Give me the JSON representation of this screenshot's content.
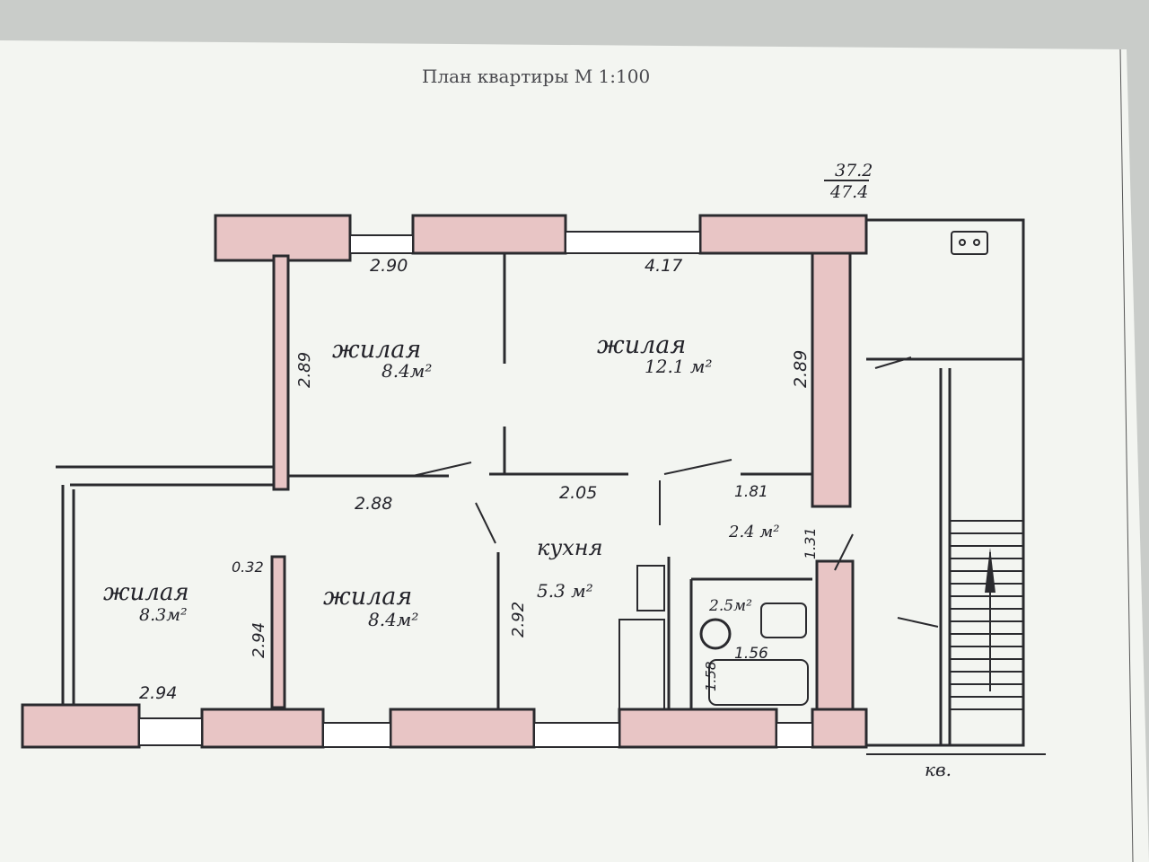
{
  "title": "План квартиры   М     1:100",
  "area_total": {
    "living": "37.2",
    "total": "47.4"
  },
  "rooms": [
    {
      "id": "room-living-1",
      "name": "жилая",
      "area": "8.4м²"
    },
    {
      "id": "room-living-2",
      "name": "жилая",
      "area": "12.1 м²"
    },
    {
      "id": "room-living-3",
      "name": "жилая",
      "area": "8.3м²"
    },
    {
      "id": "room-living-4",
      "name": "жилая",
      "area": "8.4м²"
    },
    {
      "id": "room-kitchen",
      "name": "кухня",
      "area": "5.3 м²"
    },
    {
      "id": "room-hall",
      "name": "",
      "area": "2.4 м²"
    },
    {
      "id": "room-bath",
      "name": "",
      "area": "2.5м²"
    }
  ],
  "dimensions": {
    "d1": "2.90",
    "d2": "4.17",
    "d3": "2.89",
    "d4": "2.89",
    "d5": "2.88",
    "d6": "2.05",
    "d7": "1.81",
    "d8": "1.31",
    "d9": "0.32",
    "d10": "2.94",
    "d11": "2.94",
    "d12": "2.92",
    "d13": "1.56",
    "d14": "1.58"
  },
  "apartment_mark": "кв."
}
